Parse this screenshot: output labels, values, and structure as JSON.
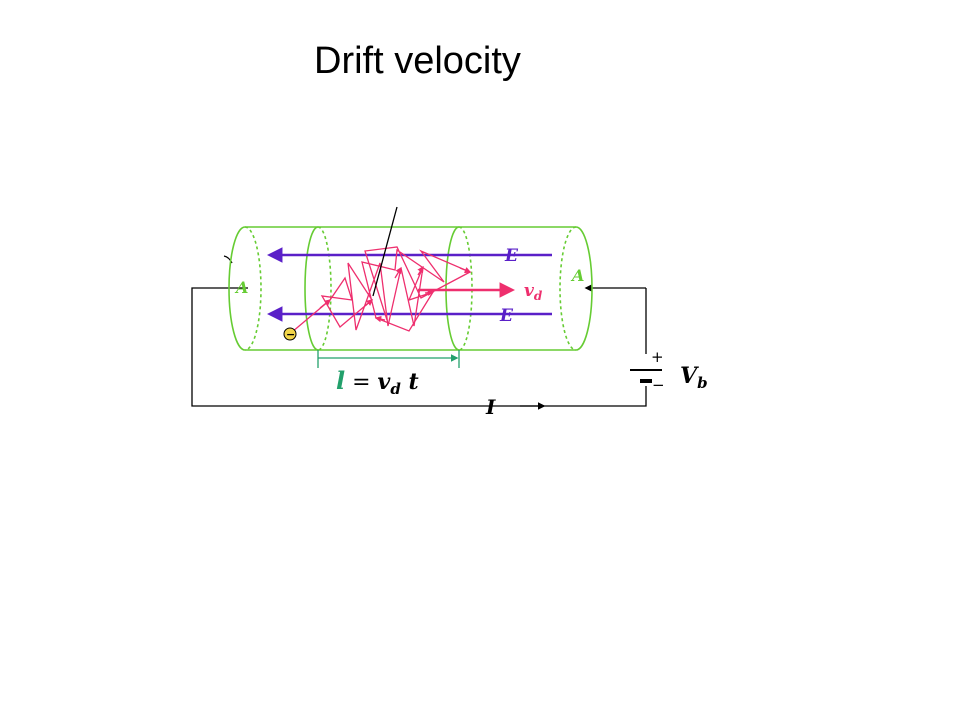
{
  "title": "Drift velocity",
  "labels": {
    "area_left": "A",
    "area_right": "A",
    "field_top": "E",
    "field_bottom": "E",
    "drift_velocity": "v",
    "drift_velocity_sub": "d",
    "length_l": "l",
    "length_eq": " = ",
    "length_v": "v",
    "length_sub": "d",
    "length_t": " t",
    "current": "I",
    "battery_plus": "+",
    "battery_minus": "−",
    "battery_v": "V",
    "battery_sub": "b",
    "electron_sign": "−"
  },
  "colors": {
    "cylinder": "#66cc33",
    "field": "#5a20c8",
    "electron_path": "#ee2f6e",
    "length_marker": "#22a06b",
    "wire": "#000000",
    "electron_fill": "#f2d64a"
  }
}
